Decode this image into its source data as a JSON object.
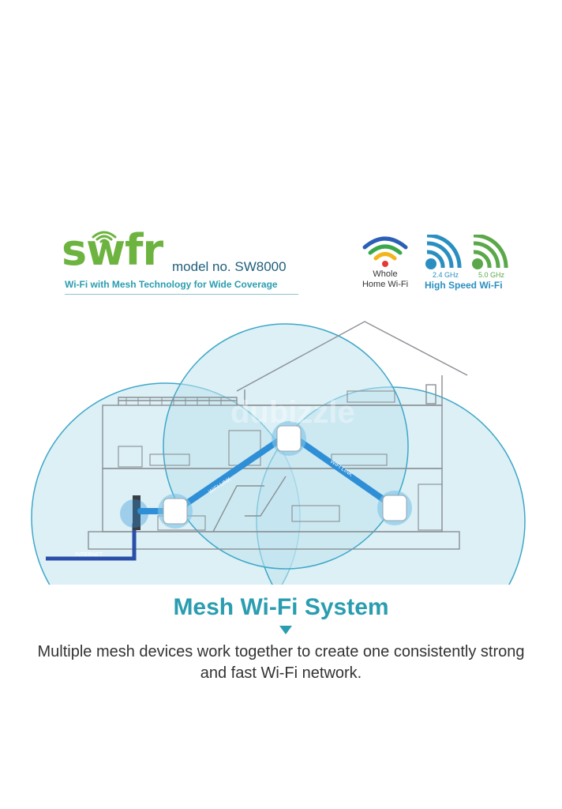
{
  "brand": {
    "logo_text": "swfr",
    "model": "model no. SW8000",
    "tagline": "Wi-Fi with Mesh Technology for Wide Coverage"
  },
  "features": {
    "whole_home_line1": "Whole",
    "whole_home_line2": "Home Wi-Fi",
    "band_24": "2.4 GHz",
    "band_50": "5.0 GHz",
    "high_speed": "High Speed Wi-Fi"
  },
  "illustration": {
    "link_label": "WIFI LINK",
    "internet_label": "INTERNET",
    "watermark": "dubizzle"
  },
  "colors": {
    "brand_green": "#6db33f",
    "teal": "#2a9db0",
    "link_blue": "#2f8fd6",
    "coverage_fill": "#bfe3ef"
  },
  "footer": {
    "heading": "Mesh Wi-Fi System",
    "body": "Multiple mesh devices work together to create one consistently strong and fast Wi-Fi network."
  }
}
